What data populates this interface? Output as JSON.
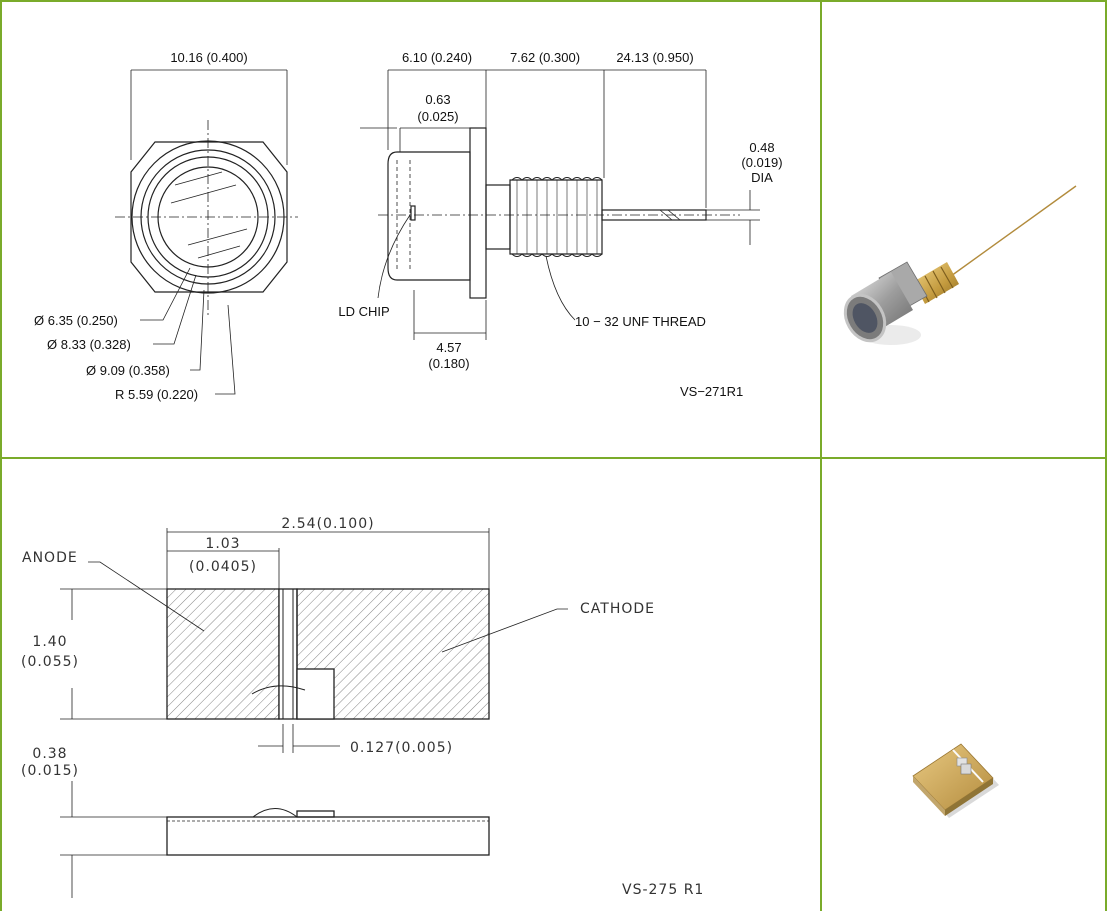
{
  "colors": {
    "border": "#7aab2a",
    "line": "#222222",
    "hatch": "#666666",
    "gold": "#c8a350",
    "metal": "#b9b9b9"
  },
  "top_drawing": {
    "dim_front_width": "10.16 (0.400)",
    "dim_a": "6.10 (0.240)",
    "dim_b": "7.62 (0.300)",
    "dim_c": "24.13 (0.950)",
    "dim_flange_mm": "0.63",
    "dim_flange_in": "(0.025)",
    "dim_pin_mm": "0.48",
    "dim_pin_in": "(0.019)",
    "dim_pin_dia": "DIA",
    "label_chip": "LD CHIP",
    "label_thread": "10 − 32 UNF THREAD",
    "dim_base_mm": "4.57",
    "dim_base_in": "(0.180)",
    "dia_1": "Ø 6.35 (0.250)",
    "dia_2": "Ø 8.33 (0.328)",
    "dia_3": "Ø 9.09 (0.358)",
    "radius": "R 5.59 (0.220)",
    "drawing_id": "VS−271R1"
  },
  "bottom_drawing": {
    "dim_total": "2.54(0.100)",
    "dim_anode_mm": "1.03",
    "dim_anode_in": "(0.0405)",
    "label_anode": "ANODE",
    "label_cathode": "CATHODE",
    "dim_height_mm": "1.40",
    "dim_height_in": "(0.055)",
    "dim_gap": "0.127(0.005)",
    "dim_thick_mm": "0.38",
    "dim_thick_in": "(0.015)",
    "drawing_id": "VS-275  R1"
  },
  "photos": {
    "top": "to-can-laser-photo",
    "bottom": "chip-on-submount-photo"
  }
}
